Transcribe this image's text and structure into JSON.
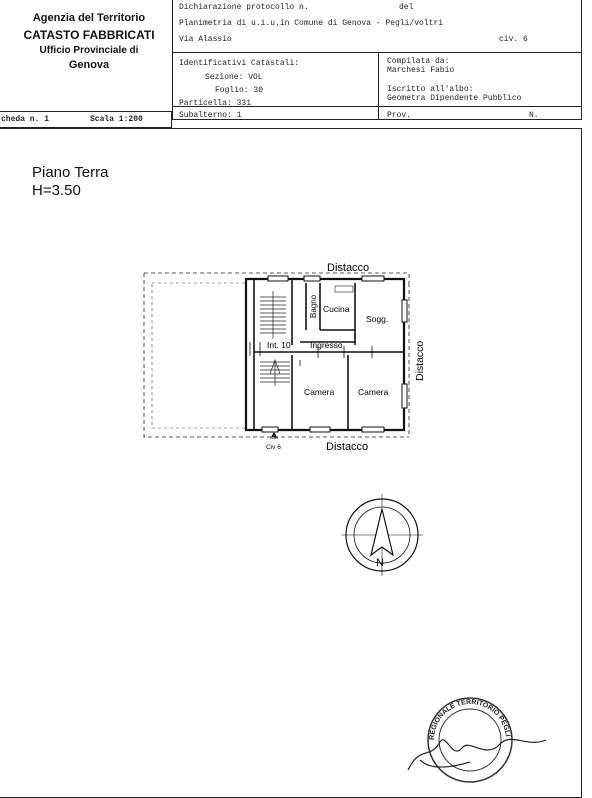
{
  "agency": {
    "line1": "Agenzia del Territorio",
    "line2": "CATASTO FABBRICATI",
    "line3": "Ufficio Provinciale di",
    "line4": "Genova"
  },
  "header": {
    "protocol_label": "Dichiarazione protocollo n.",
    "protocol_del": "del",
    "planimetria": "Planimetria di u.i.u.in Comune di Genova - Pegli/voltri",
    "street": "Via Alassio",
    "civic": "civ. 6"
  },
  "identificativi": {
    "title": "Identificativi Catastali:",
    "sezione": "Sezione: VOL",
    "foglio": "Foglio: 30",
    "particella": "Particella: 331",
    "subalterno": "Subalterno: 1"
  },
  "compilata": {
    "label": "Compilata da:",
    "name": "Marchesi Fabio",
    "iscritto_label": "Iscritto all'albo:",
    "iscritto_value": "Geometra Dipendente Pubblico",
    "prov": "Prov.",
    "n": "N."
  },
  "scheda": {
    "number": "cheda n. 1",
    "scale": "Scala 1:200"
  },
  "plan": {
    "floor": "Piano Terra",
    "height": "H=3.50",
    "distacco_top": "Distacco",
    "distacco_right": "Distacco",
    "distacco_bottom": "Distacco",
    "rooms": {
      "bagno": "Bagno",
      "cucina": "Cucina",
      "sogg": "Sogg.",
      "int": "Int. 10",
      "ingresso": "Ingresso",
      "camera1": "Camera",
      "camera2": "Camera",
      "civ": "Civ 6"
    },
    "compass_letter": "N"
  },
  "stamp": {
    "text": "REGIONALE TERRITORIO PEGLI VOLTRI GENOVA"
  }
}
